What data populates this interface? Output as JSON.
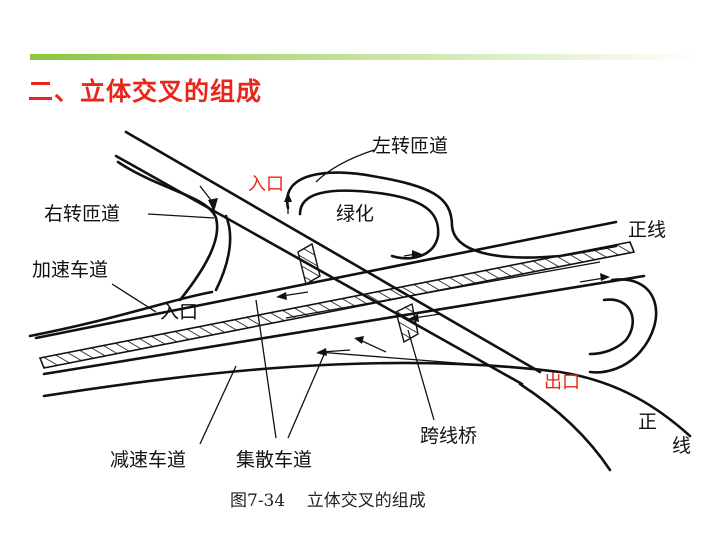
{
  "slide": {
    "title": "二、立体交叉的组成",
    "accent_color": "#e8261a",
    "bar_color": "#8cc63f"
  },
  "diagram": {
    "labels": {
      "left_turn_ramp": "左转匝道",
      "entrance_top": "入口",
      "green_area": "绿化",
      "right_turn_ramp": "右转匝道",
      "main_line_top": "正线",
      "acceleration_lane": "加速车道",
      "entrance_left": "入口",
      "exit": "出口",
      "main_line_right_1": "正",
      "main_line_right_2": "线",
      "deceleration_lane": "减速车道",
      "collector_lane": "集散车道",
      "overpass_bridge": "跨线桥"
    },
    "caption": "图7-34    立体交叉的组成"
  }
}
